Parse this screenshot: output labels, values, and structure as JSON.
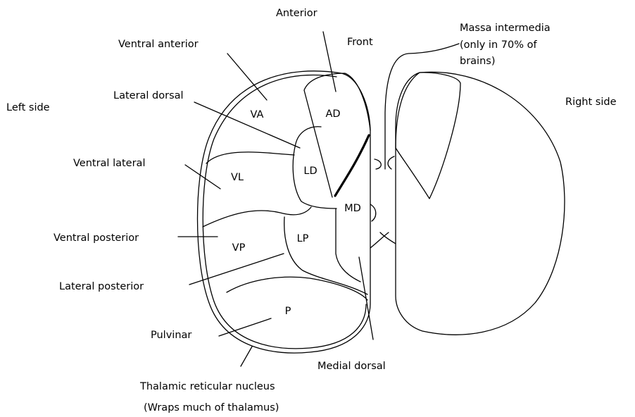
{
  "sides": {
    "left": "Left side",
    "right": "Right side",
    "front": "Front"
  },
  "labels": {
    "anterior": "Anterior",
    "ventral_anterior": "Ventral anterior",
    "lateral_dorsal": "Lateral dorsal",
    "ventral_lateral": "Ventral lateral",
    "ventral_posterior": "Ventral posterior",
    "lateral_posterior": "Lateral posterior",
    "pulvinar": "Pulvinar",
    "medial_dorsal": "Medial dorsal",
    "thalamic_reticular": "Thalamic reticular nucleus",
    "thalamic_reticular_note": "(Wraps much of thalamus)",
    "massa_line1": "Massa intermedia",
    "massa_line2": "(only in 70% of",
    "massa_line3": "brains)"
  },
  "nuclei": {
    "va": "VA",
    "ad": "AD",
    "ld": "LD",
    "vl": "VL",
    "md": "MD",
    "lp": "LP",
    "vp": "VP",
    "p": "P"
  }
}
